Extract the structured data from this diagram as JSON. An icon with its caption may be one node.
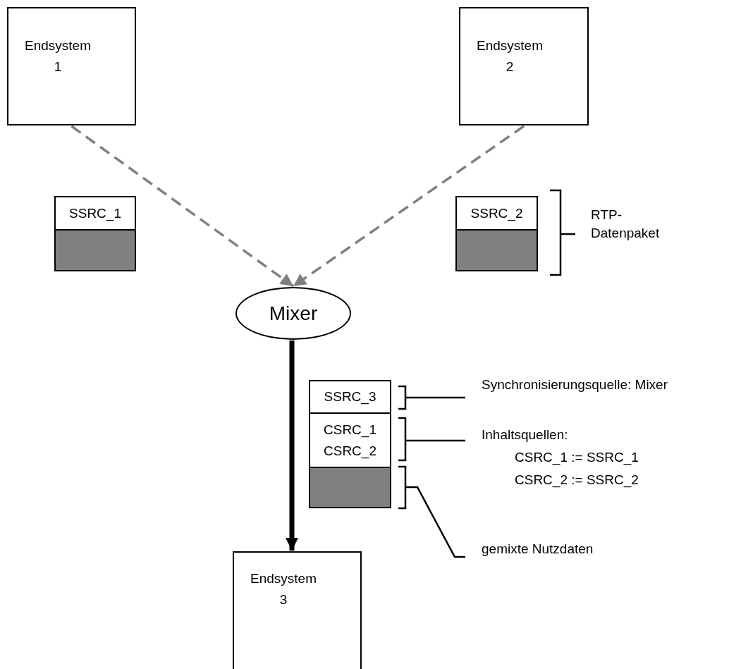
{
  "diagram": {
    "nodes": [
      {
        "text": [
          "Endsystem 1"
        ]
      },
      {
        "text": [
          "Endsystem 2"
        ]
      },
      {
        "text": [
          "Mixer"
        ]
      },
      {
        "text": [
          "Endsystem 3"
        ]
      },
      {
        "text": [
          "SSRC_1"
        ]
      },
      {
        "text": [],
        "shape": "bar"
      },
      {
        "text": [
          "SSRC_2"
        ]
      },
      {
        "text": [],
        "shape": "bar"
      },
      {
        "text": [
          "SSRC_3"
        ]
      },
      {
        "text": [
          "CSRC_1",
          "CSRC_2"
        ]
      },
      {
        "text": [],
        "shape": "bar"
      }
    ],
    "edges": [
      {
        "from": 0,
        "to": 2,
        "arrow": "to",
        "style": "dashed",
        "color": "#808080"
      },
      {
        "from": 1,
        "to": 2,
        "arrow": "to",
        "style": "dashed",
        "color": "#808080"
      },
      {
        "from": 2,
        "to": 3,
        "arrow": "to",
        "style": "thick",
        "color": "#000000"
      }
    ],
    "labels": [
      "RTP- Datenpaket",
      "Synchronisierungsquelle: Mixer",
      "Inhaltsquellen:",
      "CSRC_1 := SSRC_1",
      "CSRC_2 := SSRC_2",
      "gemixte Nutzdaten"
    ]
  }
}
